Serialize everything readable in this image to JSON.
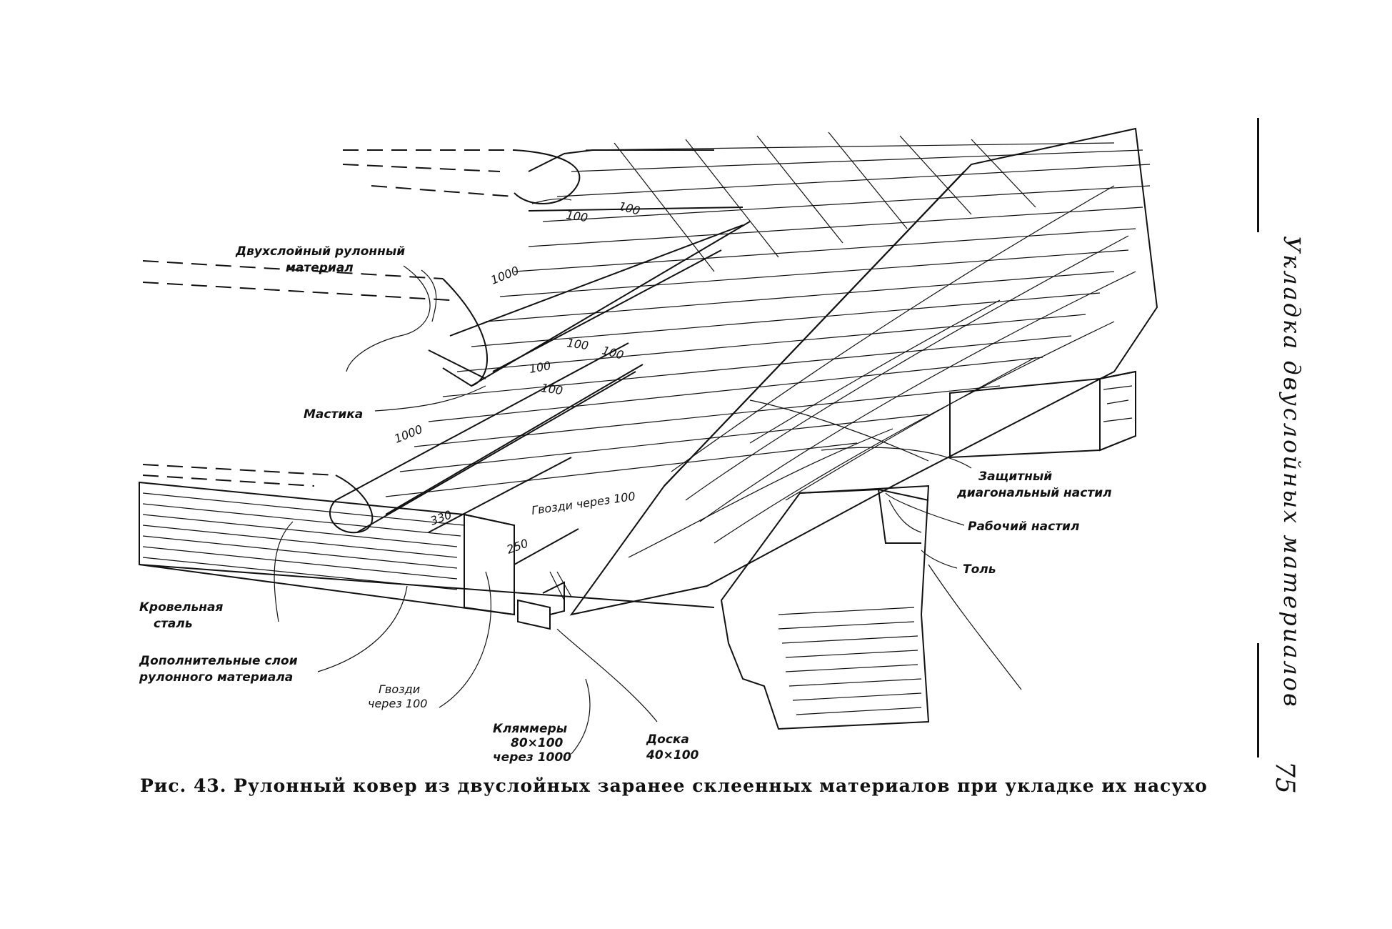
{
  "labels": {
    "two_layer_roll_1": "Двухслойный рулонный",
    "two_layer_roll_2": "материал",
    "mastic": "Мастика",
    "roofing_steel_1": "Кровельная",
    "roofing_steel_2": "сталь",
    "extra_layers_1": "Дополнительные слои",
    "extra_layers_2": "рулонного материала",
    "nails_1": "Гвозди",
    "nails_2": "через 100",
    "clamps_1": "Кляммеры",
    "clamps_2": "80×100",
    "clamps_3": "через 1000",
    "board_1": "Доска",
    "board_2": "40×100",
    "protective_1": "Защитный",
    "protective_2": "диагональный настил",
    "working_deck": "Рабочий настил",
    "tol": "Толь",
    "nails_along": "Гвозди через 100"
  },
  "dimensions": {
    "d100_a": "100",
    "d100_b": "100",
    "d1000_a": "1000",
    "d100_c": "100",
    "d100_d": "100",
    "d100_e": "100",
    "d100_f": "100",
    "d1000_b": "1000",
    "d330": "330",
    "d250": "250"
  },
  "caption": "Рис. 43. Рулонный ковер из двуслойных заранее склеенных материалов при укладке их насухо",
  "side_title": "Укладка двуслойных материалов",
  "page_number": "75"
}
